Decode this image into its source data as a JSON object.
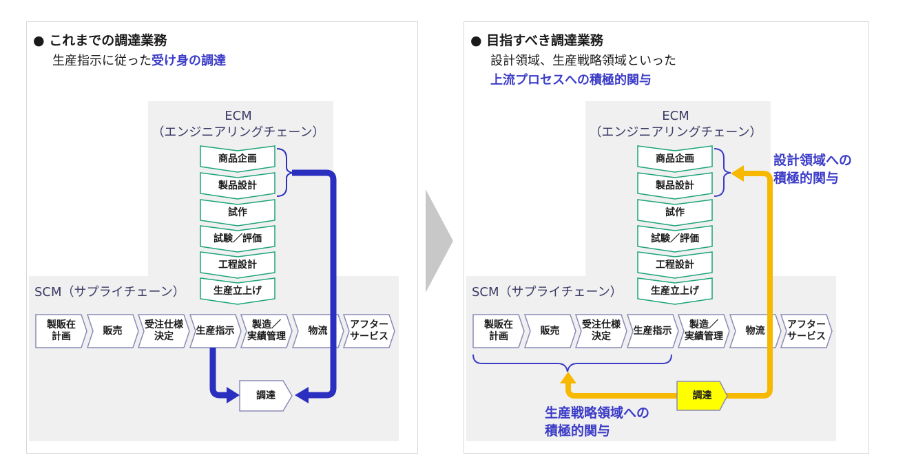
{
  "left": {
    "heading": "これまでの調達業務",
    "sub_plain": "生産指示に従った",
    "sub_emph": "受け身の調達"
  },
  "right": {
    "heading": "目指すべき調達業務",
    "sub_line1": "設計領域、生産戦略領域といった",
    "sub_line2": "上流プロセスへの積極的関与",
    "label_design": [
      "設計領域への",
      "積極的関与"
    ],
    "label_strategy": [
      "生産戦略領域への",
      "積極的関与"
    ]
  },
  "bullet": "●",
  "ecm": {
    "line1": "ECM",
    "line2": "（エンジニアリングチェーン）",
    "steps": [
      "商品企画",
      "製品設計",
      "試作",
      "試験／評価",
      "工程設計",
      "生産立上げ"
    ]
  },
  "scm": {
    "title": "SCM（サプライチェーン）",
    "steps": [
      [
        "製販在",
        "計画"
      ],
      [
        "販売"
      ],
      [
        "受注仕様",
        "決定"
      ],
      [
        "生産指示"
      ],
      [
        "製造／",
        "実績管理"
      ],
      [
        "物流"
      ],
      [
        "アフター",
        "サービス"
      ]
    ]
  },
  "procurement": "調達",
  "colors": {
    "ecm_border": "#1aa37a",
    "scm_border": "#8a8ab8",
    "blue_arrow": "#2b2fc0",
    "yellow_arrow": "#f7b800",
    "yellow_fill": "#ffff00",
    "emphasis": "#3b3bc8"
  }
}
